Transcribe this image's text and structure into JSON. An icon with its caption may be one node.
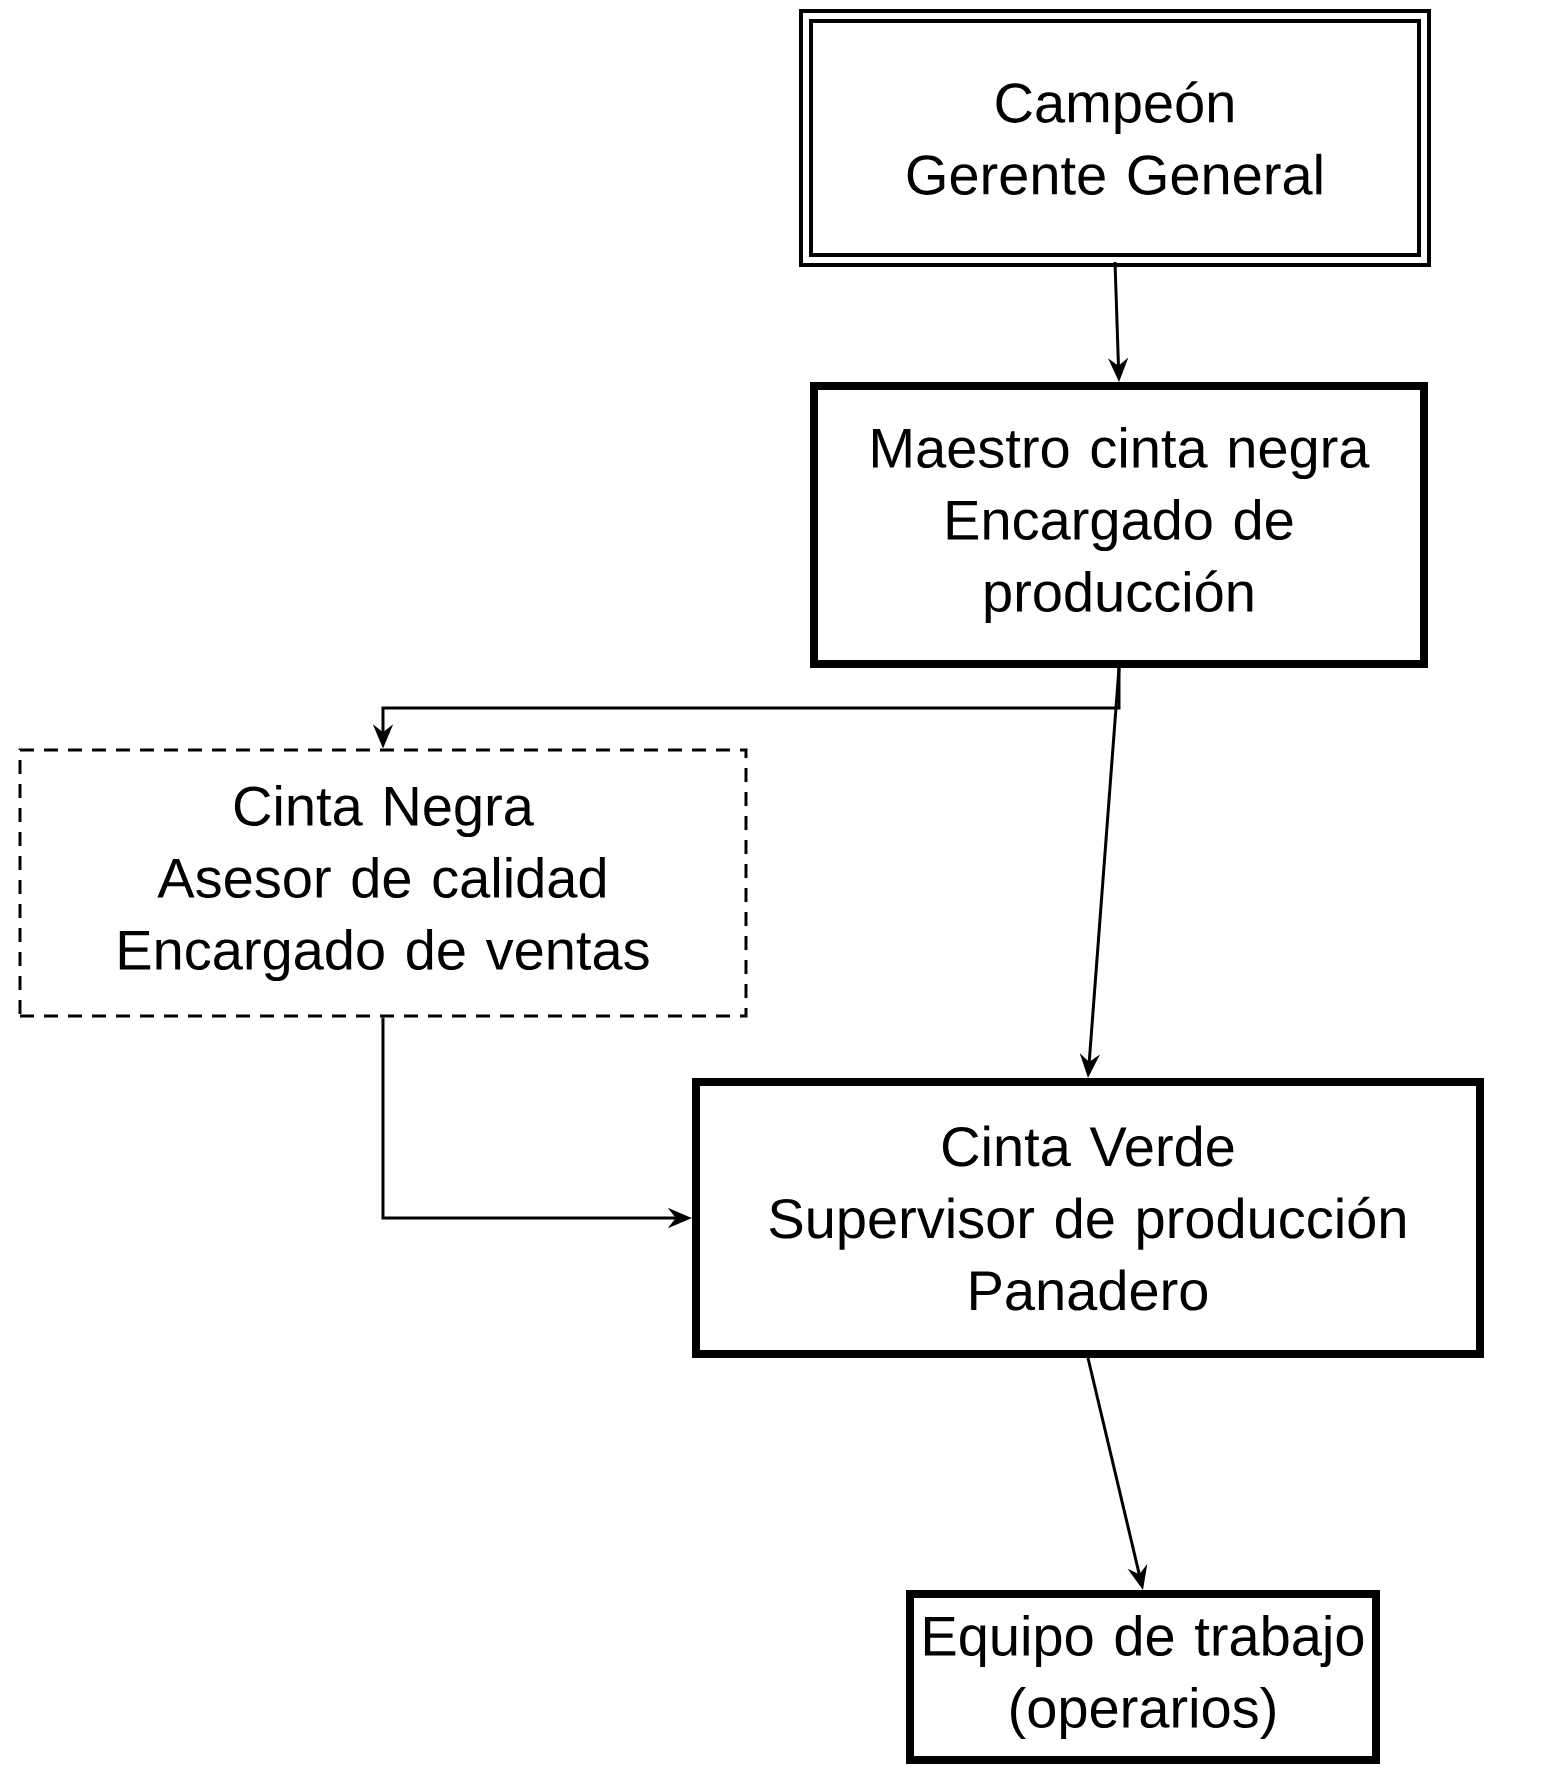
{
  "diagram": {
    "nodes": [
      {
        "text": [
          "Campeón",
          "Gerente General"
        ]
      },
      {
        "text": [
          "Maestro cinta negra",
          "Encargado de producción"
        ]
      },
      {
        "text": [
          "Cinta Negra",
          "Asesor de calidad",
          "Encargado de ventas"
        ]
      },
      {
        "text": [
          "Cinta Verde",
          "Supervisor de producción",
          "Panadero"
        ]
      },
      {
        "text": [
          "Equipo de trabajo (operarios)"
        ]
      }
    ],
    "edges": [
      {
        "from": 0,
        "to": 1,
        "arrow": "to"
      },
      {
        "from": 1,
        "to": 2,
        "arrow": "to"
      },
      {
        "from": 1,
        "to": 3,
        "arrow": "to"
      },
      {
        "from": 2,
        "to": 3,
        "arrow": "to"
      },
      {
        "from": 3,
        "to": 4,
        "arrow": "to"
      }
    ]
  }
}
